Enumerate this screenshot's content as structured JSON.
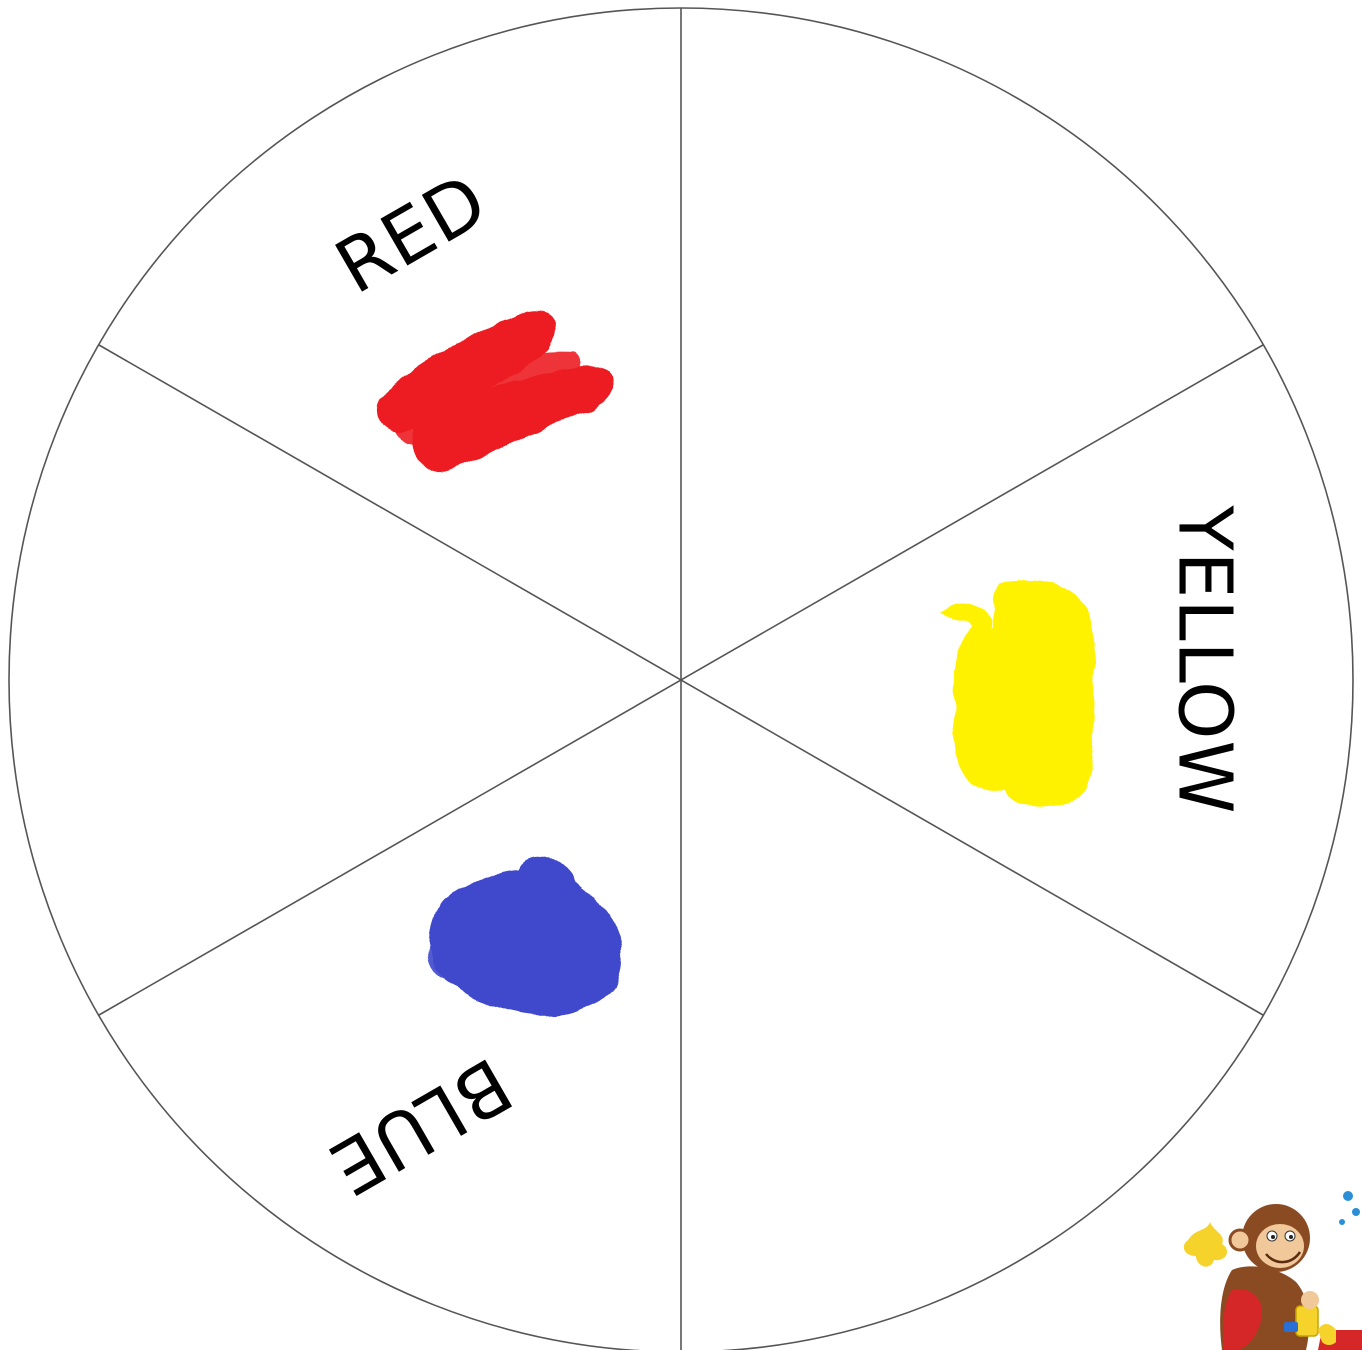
{
  "wheel": {
    "segments": [
      {
        "label": "RED",
        "color": "#ec1c24"
      },
      {
        "label": "",
        "color": ""
      },
      {
        "label": "YELLOW",
        "color": "#fff200"
      },
      {
        "label": "",
        "color": ""
      },
      {
        "label": "BLUE",
        "color": "#3f48cc"
      },
      {
        "label": "",
        "color": ""
      }
    ],
    "line_color": "#555555",
    "background": "#ffffff"
  },
  "sticker": {
    "icon": "curious-george-painting-icon"
  }
}
